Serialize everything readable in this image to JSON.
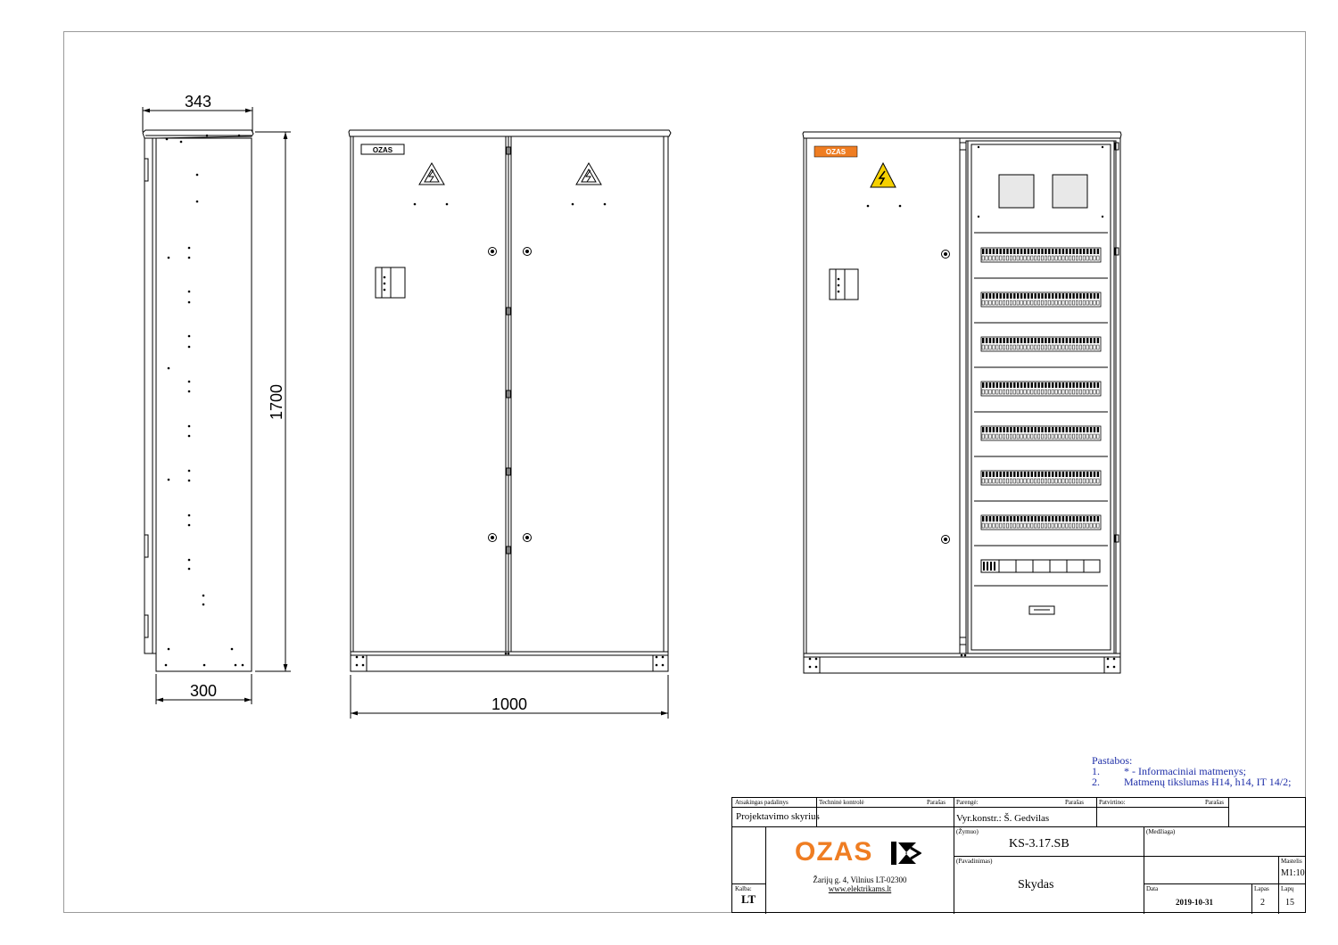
{
  "dimensions": {
    "side_top_width": "343",
    "side_bottom_depth": "300",
    "height": "1700",
    "front_width": "1000"
  },
  "door_logo_text": "OZAS",
  "notes": {
    "title": "Pastabos:",
    "items": [
      {
        "num": "1.",
        "text": "* - Informaciniai matmenys;"
      },
      {
        "num": "2.",
        "text": "Matmenų tikslumas H14, h14, IT 14/2;"
      }
    ]
  },
  "title_block": {
    "responsible_label": "Atsakingas padalinys",
    "responsible_value": "Projektavimo skyrius",
    "technical_control_label": "Techninė kontrolė",
    "signature_label_1": "Parašas",
    "prepared_label": "Parengė:",
    "signature_label_2": "Parašas",
    "prepared_value": "Vyr.konstr.: Š. Gedvilas",
    "approved_label": "Patvirtino:",
    "signature_label_3": "Parašas",
    "designation_label": "(Žymuo)",
    "designation_value": "KS-3.17.SB",
    "material_label": "(Medžiaga)",
    "name_label": "(Pavadinimas)",
    "name_value": "Skydas",
    "company_logo": "OZAS",
    "address": "Žarijų g. 4, Vilnius LT-02300",
    "website": "www.elektrikams.lt",
    "language_label": "Kalba:",
    "language_value": "LT",
    "scale_label": "Mastelis",
    "scale_value": "M1:10",
    "date_label": "Data",
    "date_value": "2019-10-31",
    "sheet_label": "Lapas",
    "sheet_value": "2",
    "sheets_label": "Lapų",
    "sheets_value": "15"
  },
  "colors": {
    "notes_blue": "#1f2fa8",
    "logo_orange": "#ef7d22",
    "warning_yellow": "#f5d000"
  }
}
